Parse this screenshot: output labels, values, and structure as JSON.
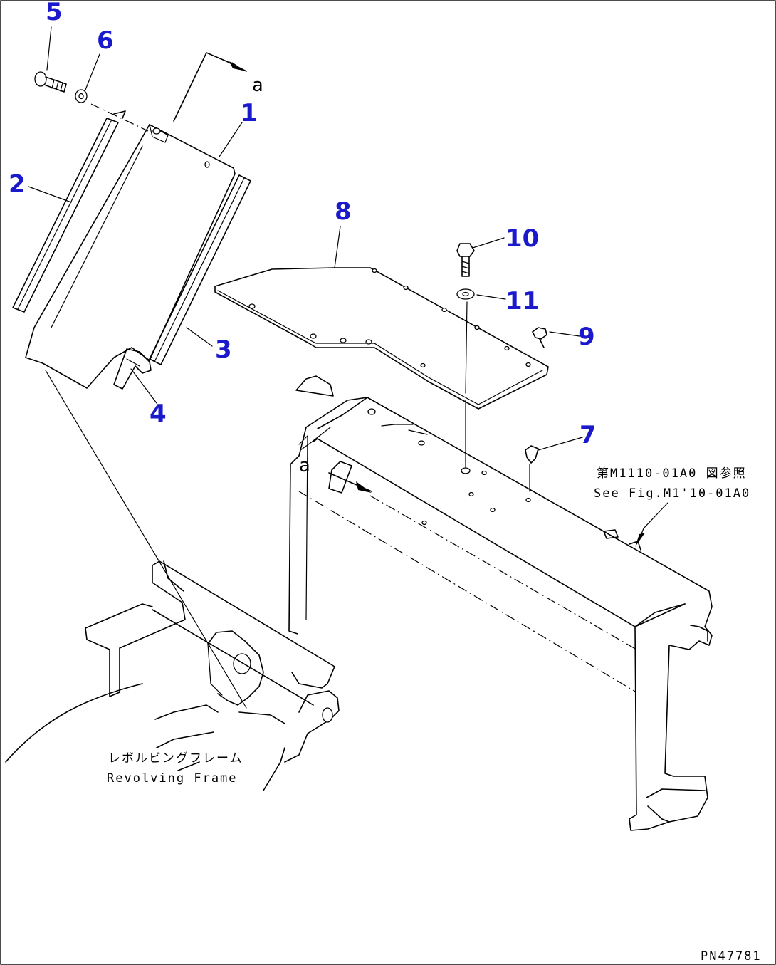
{
  "diagram": {
    "accent_color": "#1a1acc",
    "callouts": [
      {
        "id": "5",
        "label": "5"
      },
      {
        "id": "6",
        "label": "6"
      },
      {
        "id": "1",
        "label": "1"
      },
      {
        "id": "2",
        "label": "2"
      },
      {
        "id": "3",
        "label": "3"
      },
      {
        "id": "4",
        "label": "4"
      },
      {
        "id": "8",
        "label": "8"
      },
      {
        "id": "10",
        "label": "10"
      },
      {
        "id": "11",
        "label": "11"
      },
      {
        "id": "9",
        "label": "9"
      },
      {
        "id": "7",
        "label": "7"
      }
    ],
    "view_ref_top": "a",
    "view_ref_mid": "a",
    "see_fig_jp": "第M1110-01A0 図参照",
    "see_fig_en": "See Fig.M1'10-01A0",
    "frame_label_jp": "レボルビングフレーム",
    "frame_label_en": "Revolving Frame",
    "drawing_number": "PN47781"
  }
}
